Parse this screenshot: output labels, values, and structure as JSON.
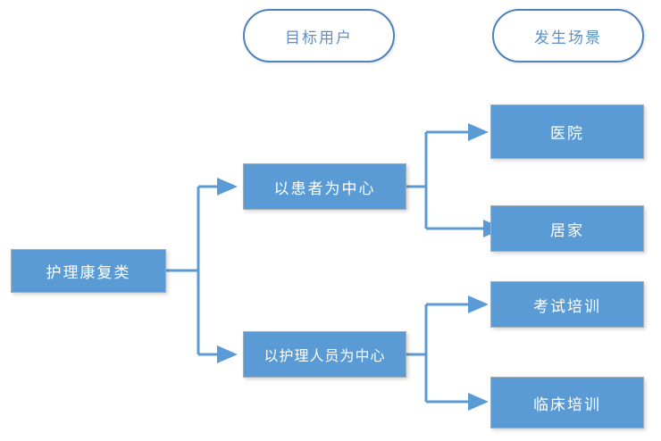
{
  "diagram": {
    "title_columns": [
      {
        "id": "target-users",
        "label": "目标用户"
      },
      {
        "id": "usage-scenarios",
        "label": "发生场景"
      }
    ],
    "root": {
      "id": "root",
      "label": "护理康复类"
    },
    "branches": [
      {
        "id": "patient-centered",
        "label": "以患者为中心",
        "leaves": [
          {
            "id": "hospital",
            "label": "医院"
          },
          {
            "id": "home",
            "label": "居家"
          }
        ]
      },
      {
        "id": "nurse-centered",
        "label": "以护理人员为中心",
        "leaves": [
          {
            "id": "exam-training",
            "label": "考试培训"
          },
          {
            "id": "clinical-training",
            "label": "临床培训"
          }
        ]
      }
    ],
    "colors": {
      "node_fill": "#5b9bd5",
      "node_border": "#a6aeb5",
      "node_text": "#ffffff",
      "capsule_border": "#4f81bd",
      "capsule_text": "#5b8fc9",
      "capsule_fill": "#ffffff",
      "connector": "#5b9bd5",
      "background": "#ffffff"
    }
  }
}
